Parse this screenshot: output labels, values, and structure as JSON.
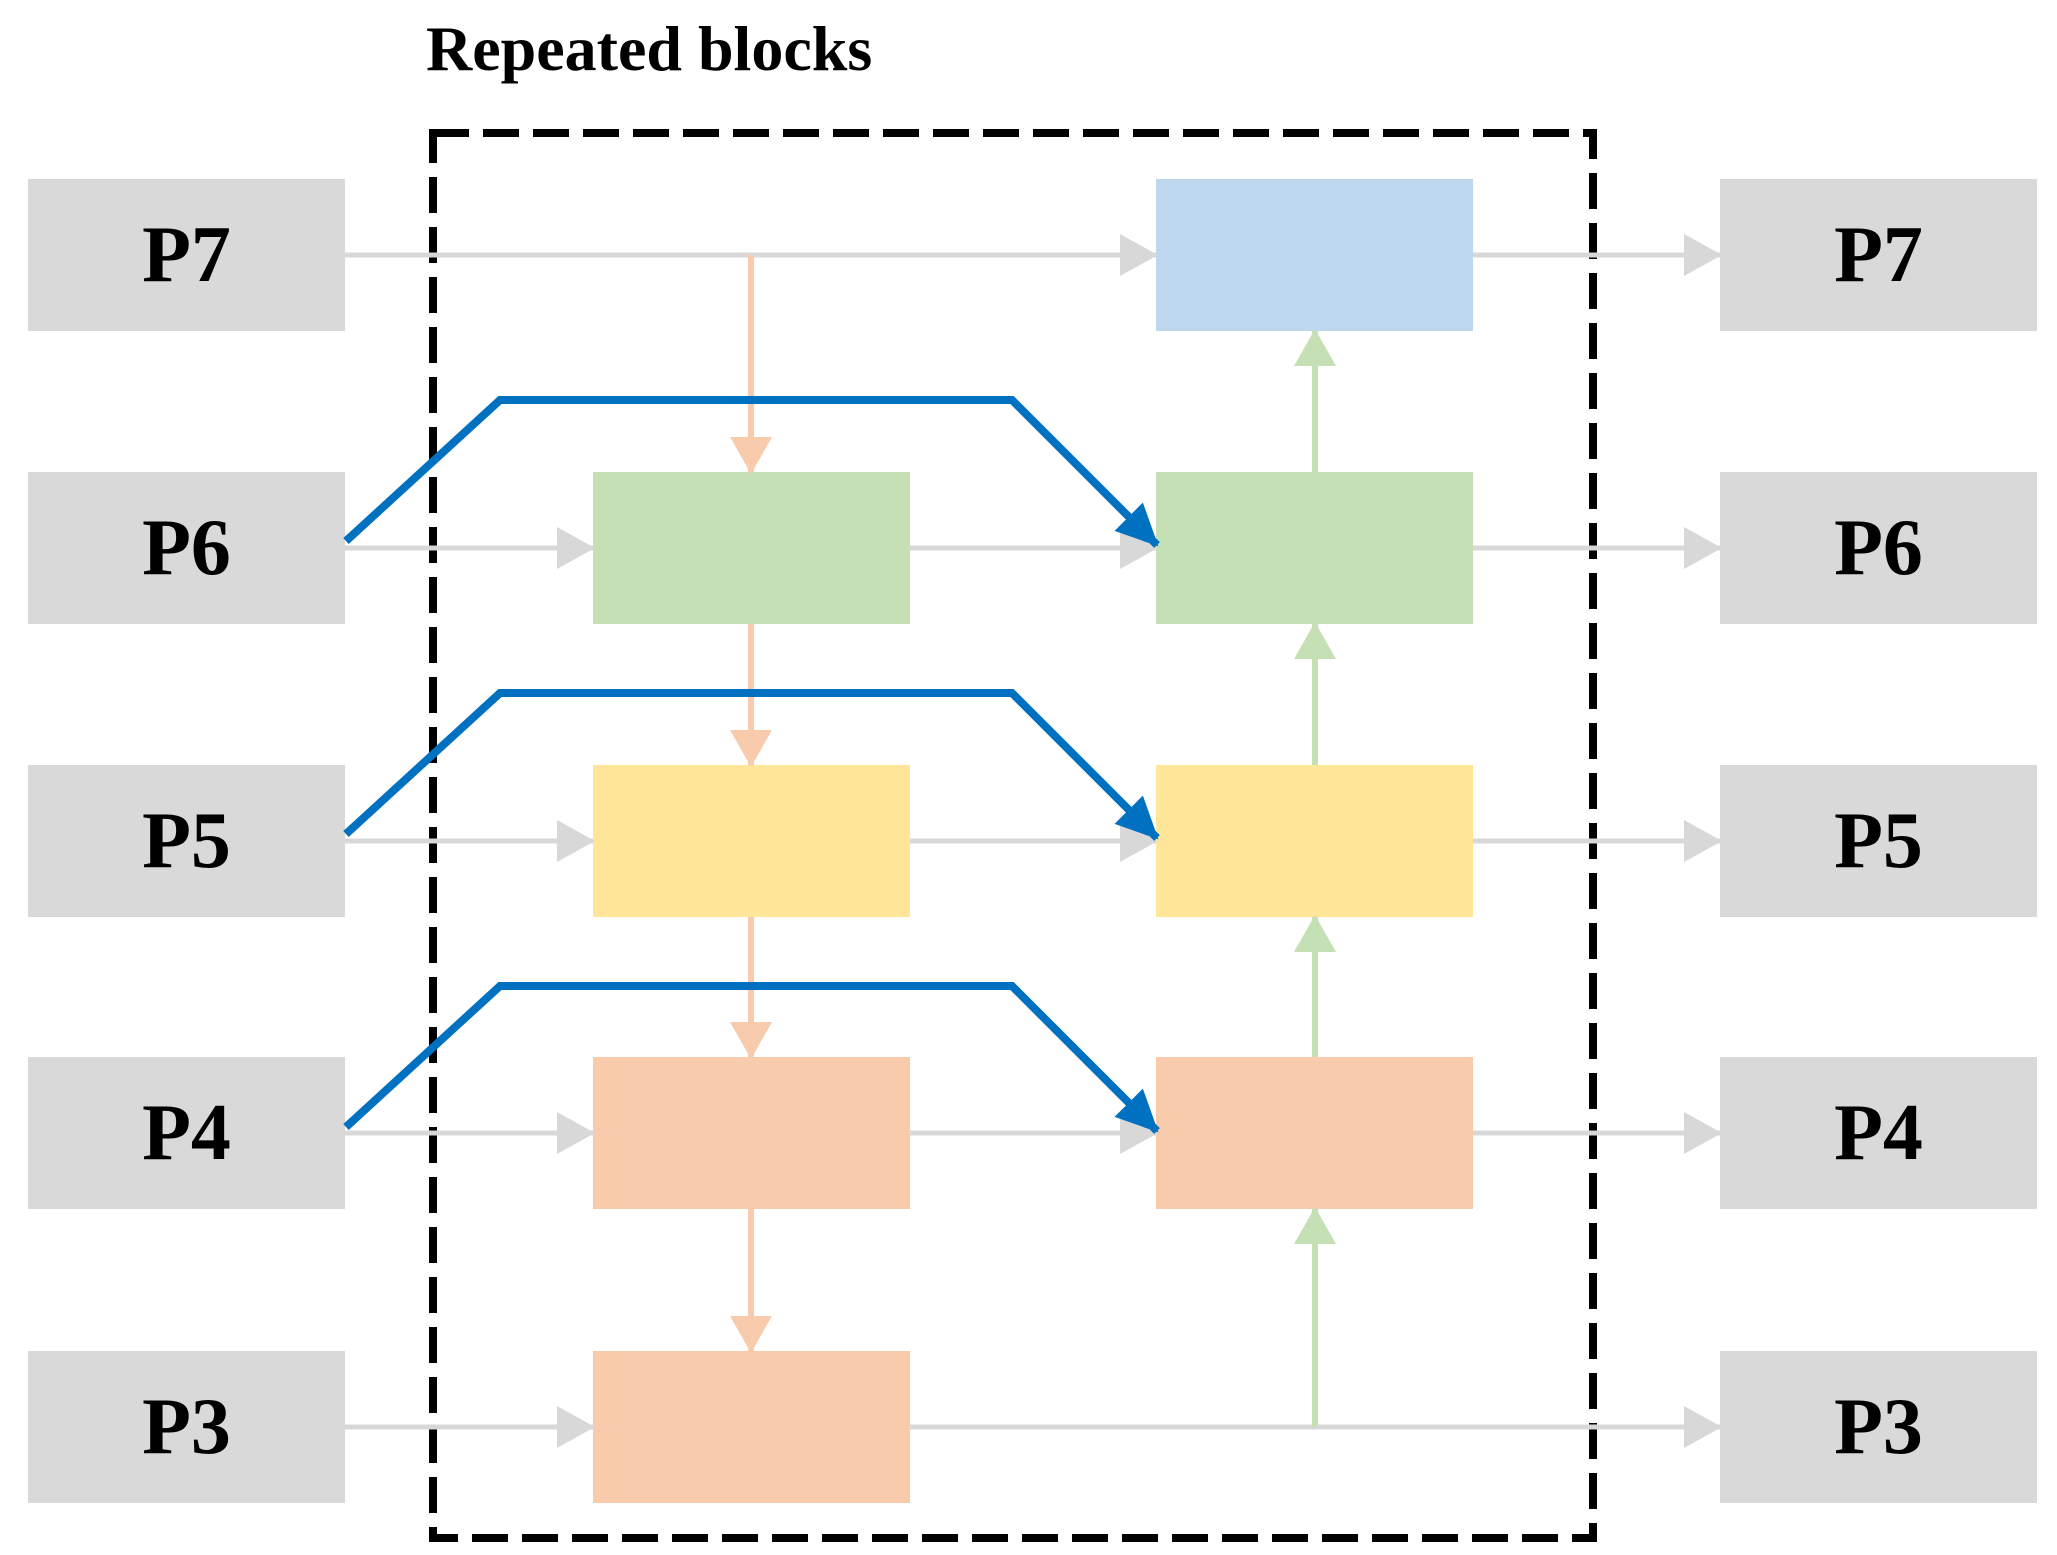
{
  "diagram": {
    "title": "Repeated blocks",
    "inputs": [
      "P7",
      "P6",
      "P5",
      "P4",
      "P3"
    ],
    "outputs": [
      "P7",
      "P6",
      "P5",
      "P4",
      "P3"
    ]
  },
  "colors": {
    "box-gray": "#d9d9d9",
    "node-blue": "#bdd7ee",
    "node-green": "#c5e0b4",
    "node-yellow": "#ffe699",
    "node-orange": "#f8cbad",
    "edge-gray": "#d8d8d8",
    "edge-top-down": "#f8cbad",
    "edge-bottom-up": "#c5e0b4",
    "edge-skip": "#0070c0",
    "border": "#000000",
    "label": "#000000"
  }
}
